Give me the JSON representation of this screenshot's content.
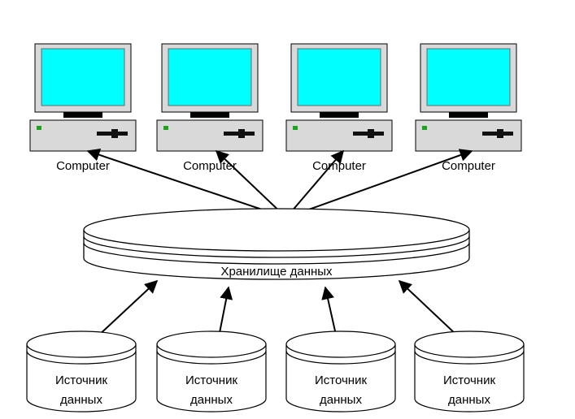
{
  "computers": [
    {
      "label": "Computer"
    },
    {
      "label": "Computer"
    },
    {
      "label": "Computer"
    },
    {
      "label": "Computer"
    }
  ],
  "warehouse": {
    "label": "Хранилище данных"
  },
  "sources": [
    {
      "line1": "Источник",
      "line2": "данных"
    },
    {
      "line1": "Источник",
      "line2": "данных"
    },
    {
      "line1": "Источник",
      "line2": "данных"
    },
    {
      "line1": "Источник",
      "line2": "данных"
    }
  ],
  "colors": {
    "screen": "#00ffff",
    "monitor_frame": "#d9d9d9",
    "case": "#d9d9d9",
    "led": "#1ea31e",
    "stroke": "#000000"
  }
}
